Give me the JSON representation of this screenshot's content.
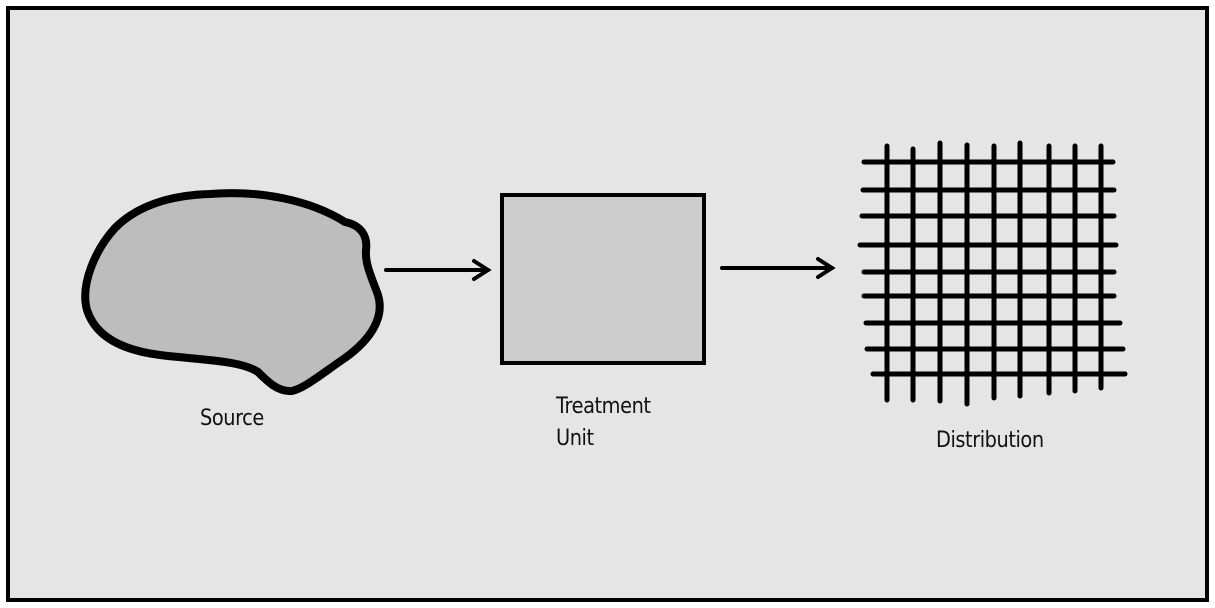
{
  "nodes": [
    {
      "id": "source",
      "label": "Source"
    },
    {
      "id": "treatment",
      "label_lines": [
        "Treatment",
        "Unit"
      ]
    },
    {
      "id": "distribution",
      "label": "Distribution"
    }
  ],
  "edges": [
    {
      "from": "source",
      "to": "treatment"
    },
    {
      "from": "treatment",
      "to": "distribution"
    }
  ],
  "colors": {
    "background": "#e5e5e5",
    "shape_fill": "#bdbdbd",
    "box_fill": "#cdcdcd",
    "stroke": "#000000"
  }
}
